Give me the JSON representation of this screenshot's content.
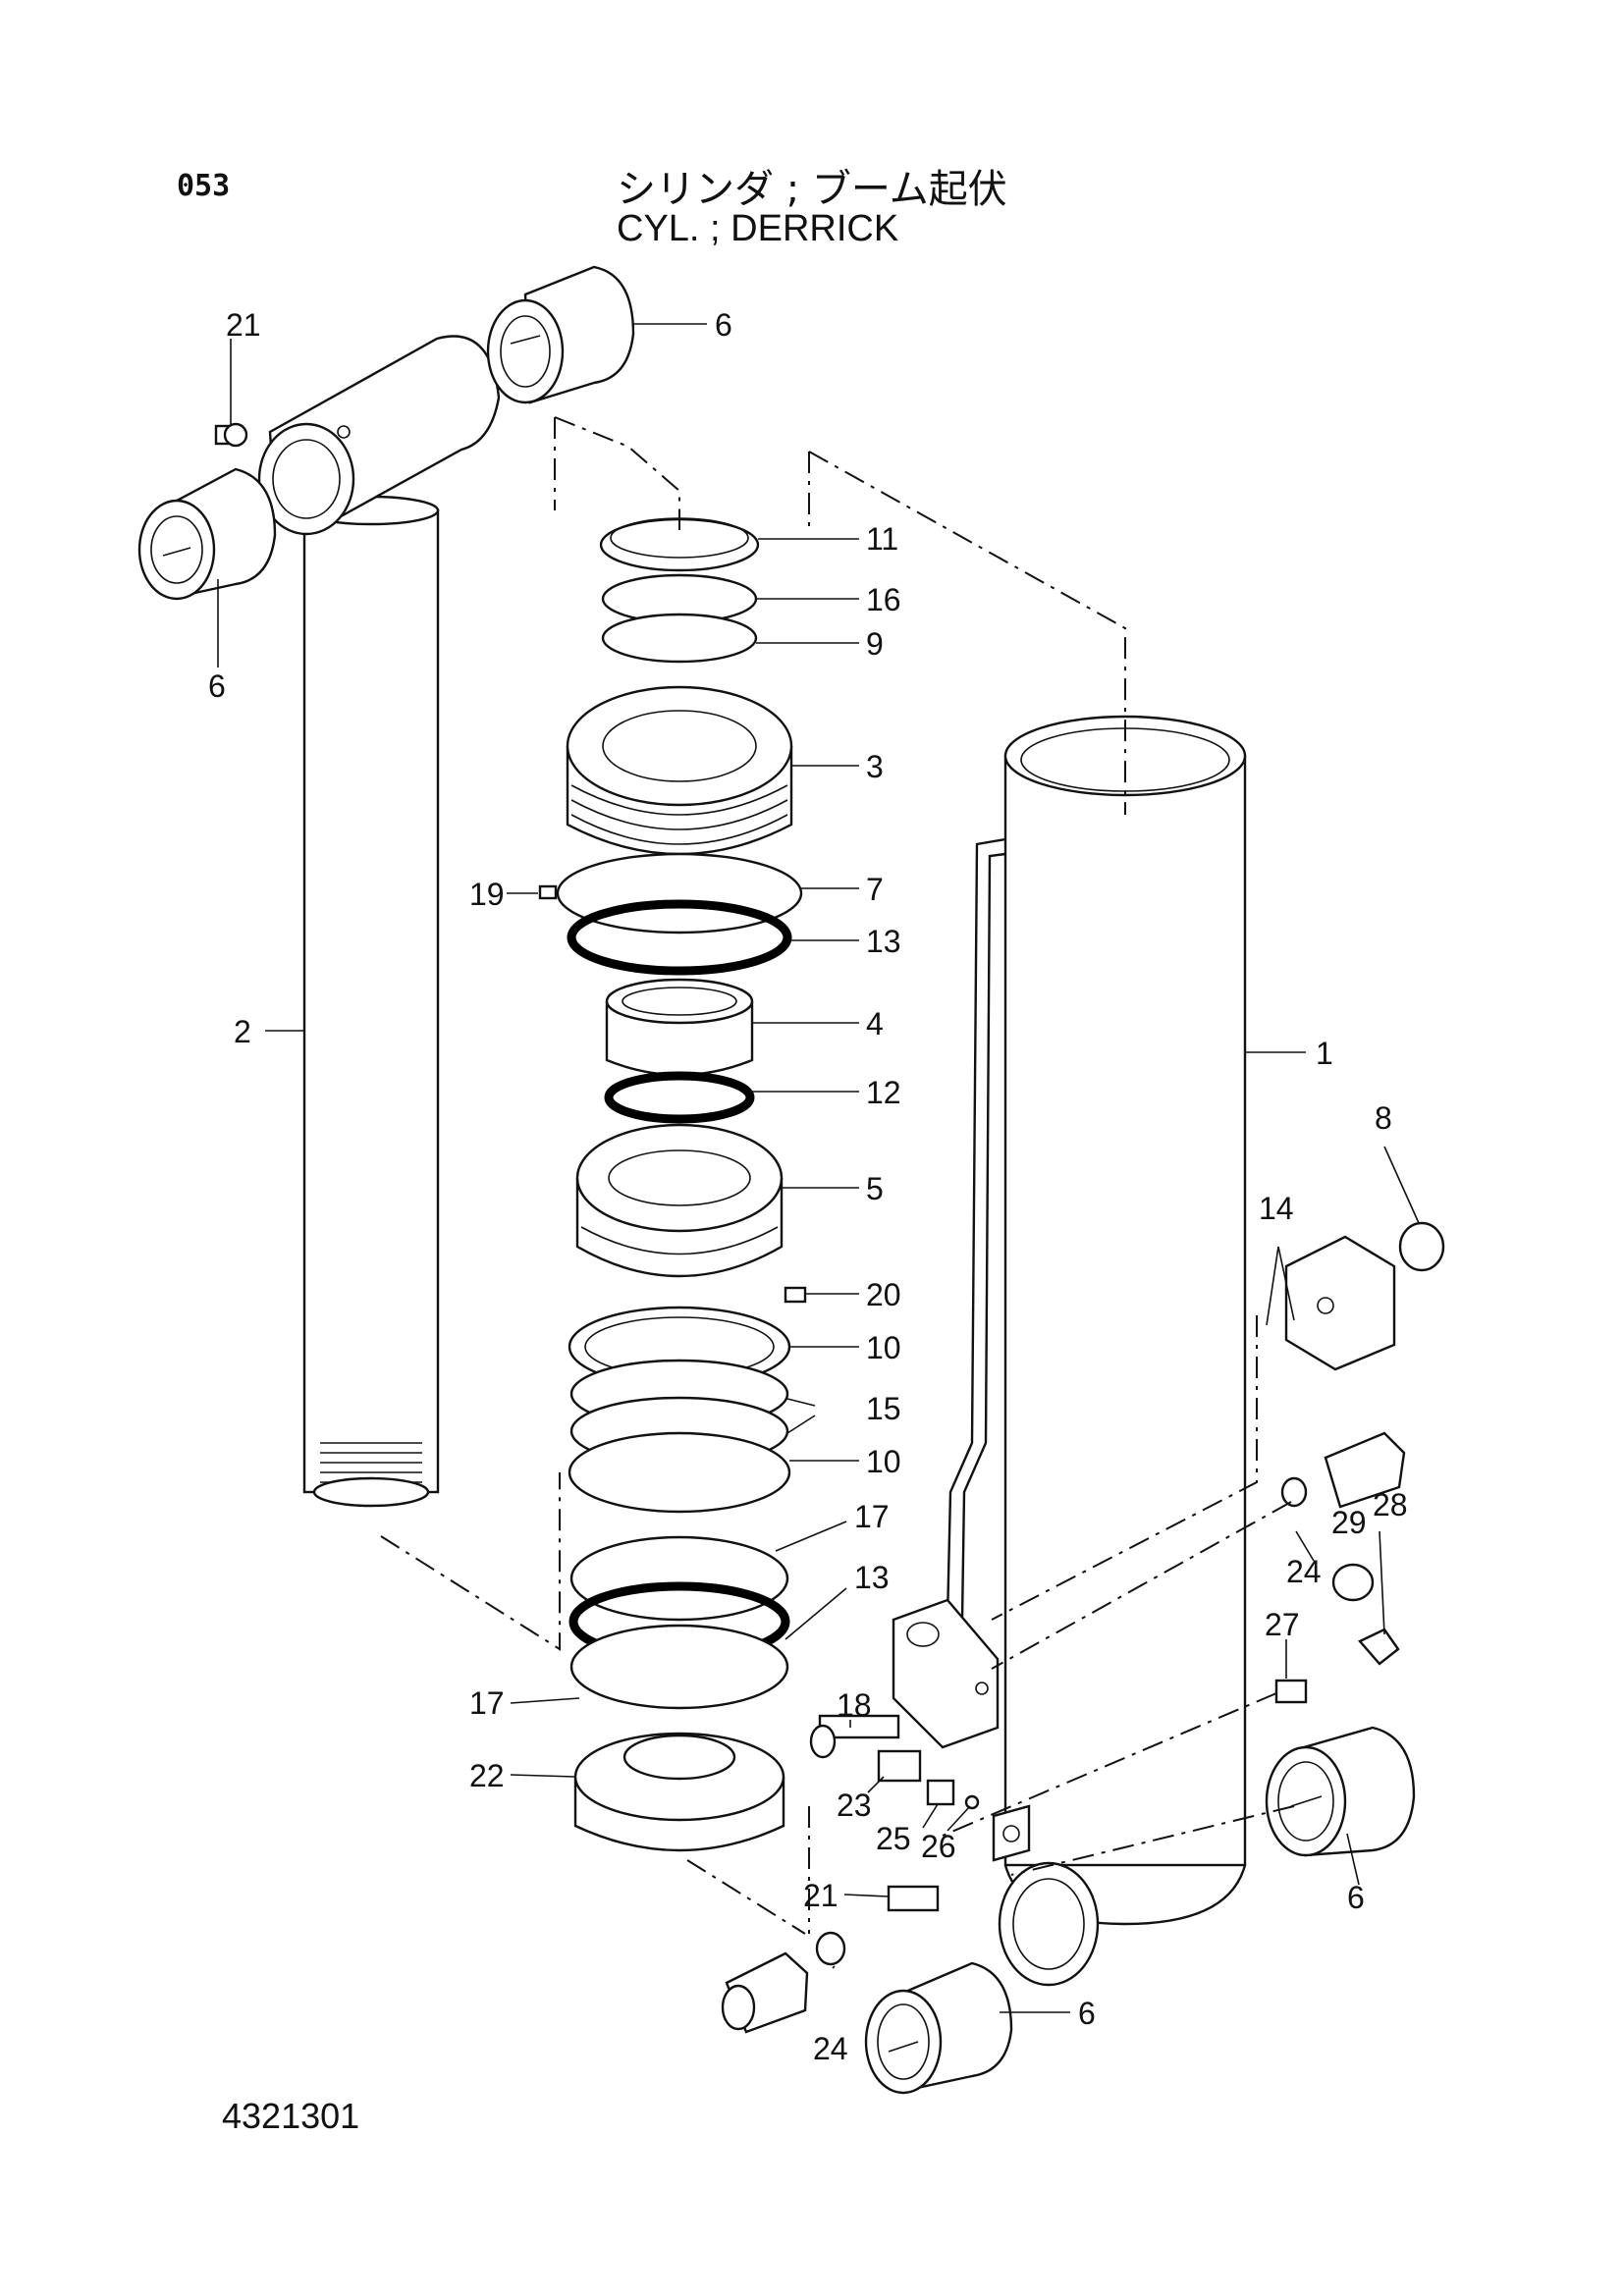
{
  "header": {
    "page_no": "053",
    "title_jp": "シリンダ ; ブーム起伏",
    "title_en": "CYL. ; DERRICK"
  },
  "footer": {
    "code": "4321301"
  },
  "callouts": {
    "c1": "1",
    "c2": "2",
    "c3": "3",
    "c4": "4",
    "c5": "5",
    "c6a": "6",
    "c6b": "6",
    "c6c": "6",
    "c6d": "6",
    "c7": "7",
    "c8": "8",
    "c9": "9",
    "c10a": "10",
    "c10b": "10",
    "c11": "11",
    "c12": "12",
    "c13a": "13",
    "c13b": "13",
    "c14": "14",
    "c15": "15",
    "c16": "16",
    "c17a": "17",
    "c17b": "17",
    "c18": "18",
    "c19": "19",
    "c20": "20",
    "c21a": "21",
    "c21b": "21",
    "c22": "22",
    "c23": "23",
    "c24a": "24",
    "c24b": "24",
    "c25": "25",
    "c26": "26",
    "c27": "27",
    "c28": "28",
    "c29": "29"
  }
}
